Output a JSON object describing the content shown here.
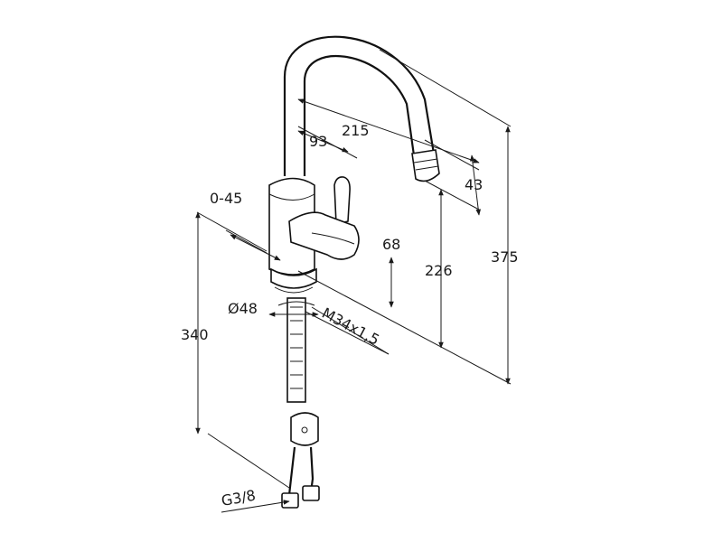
{
  "dimensions": {
    "spout_reach": "215",
    "lever_offset": "93",
    "outlet_height_step": "43",
    "swivel_range": "0-45",
    "body_height": "68",
    "outlet_height": "226",
    "total_height": "375",
    "shank_length": "340",
    "body_diameter": "Ø48",
    "thread": "M34x1,5",
    "hose_connection": "G3/8"
  }
}
